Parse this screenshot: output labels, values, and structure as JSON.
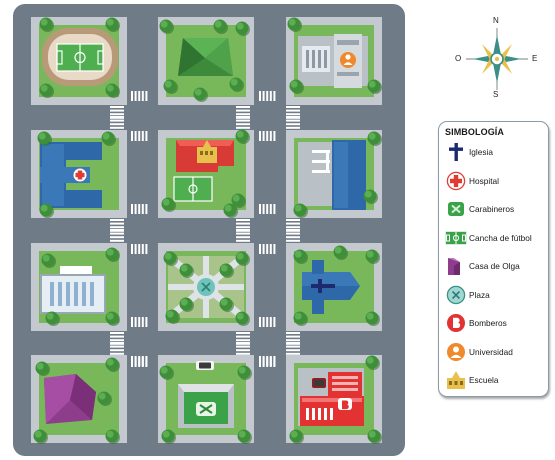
{
  "compass": {
    "north": "N",
    "south": "S",
    "east": "E",
    "west": "O"
  },
  "legend": {
    "title": "SIMBOLOGÍA",
    "items": [
      {
        "id": "church",
        "label": "Iglesia",
        "icon": "cross-icon",
        "color": "#1d2a6d"
      },
      {
        "id": "hospital",
        "label": "Hospital",
        "icon": "red-cross-icon",
        "color": "#e03c31"
      },
      {
        "id": "police",
        "label": "Carabineros",
        "icon": "police-badge-icon",
        "color": "#3aa34a"
      },
      {
        "id": "soccer",
        "label": "Cancha de fútbol",
        "icon": "soccer-field-icon",
        "color": "#3aa34a"
      },
      {
        "id": "olga",
        "label": "Casa de Olga",
        "icon": "house-icon",
        "color": "#8e3c8c"
      },
      {
        "id": "plaza",
        "label": "Plaza",
        "icon": "plaza-icon",
        "color": "#6ec4b8"
      },
      {
        "id": "firefighters",
        "label": "Bomberos",
        "icon": "fire-station-icon",
        "color": "#e23232"
      },
      {
        "id": "university",
        "label": "Universidad",
        "icon": "university-icon",
        "color": "#f0892c"
      },
      {
        "id": "school",
        "label": "Escuela",
        "icon": "school-icon",
        "color": "#e8c14d"
      }
    ]
  }
}
